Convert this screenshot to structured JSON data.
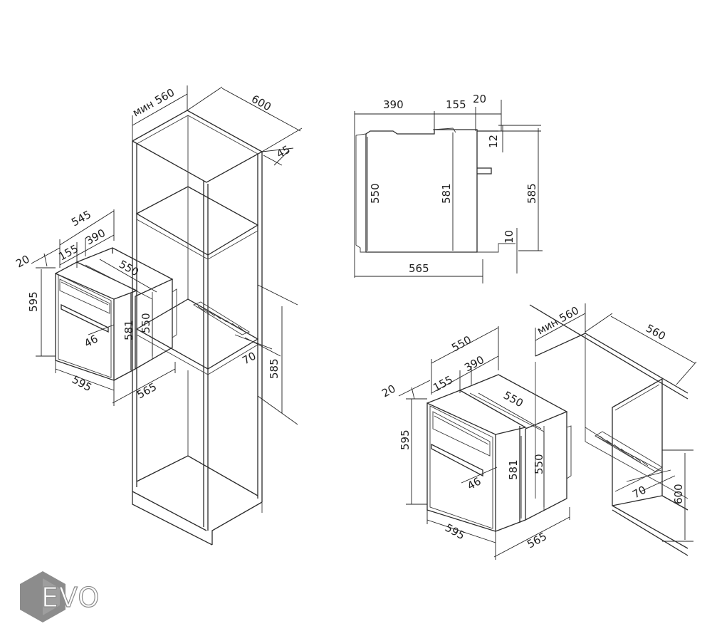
{
  "brand": {
    "logo_text": "EVO",
    "logo_color": "#8c8c8c"
  },
  "colors": {
    "line": "#2b2b2b",
    "background": "#ffffff"
  },
  "views": {
    "tall_cabinet": {
      "dims": {
        "min_width": "мин 560",
        "depth": "600",
        "back_gap": "45",
        "niche_height": "585",
        "vent_depth": "70"
      },
      "oven": {
        "dims": {
          "total_depth": "545",
          "front_overhang": "20",
          "panel_depth": "155",
          "body_upper": "390",
          "body_width_top": "550",
          "height": "595",
          "body_height": "550",
          "body_side_height": "581",
          "handle": "46",
          "width": "595",
          "body_depth": "565"
        }
      }
    },
    "side_view": {
      "dims": {
        "top_a": "390",
        "top_b": "155",
        "top_c": "20",
        "top_gap": "12",
        "height_front": "550",
        "height_mid": "581",
        "height_niche": "585",
        "bottom_gap": "10",
        "depth": "565"
      }
    },
    "under_counter": {
      "dims": {
        "min_width": "мин 560",
        "depth": "560",
        "niche_height": "600",
        "vent_depth": "70"
      },
      "oven": {
        "dims": {
          "total_depth": "550",
          "front_overhang": "20",
          "panel_depth": "155",
          "body_upper": "390",
          "body_width_top": "550",
          "height": "595",
          "body_height": "550",
          "body_side_height": "581",
          "handle": "46",
          "width": "595",
          "body_depth": "565"
        }
      }
    }
  }
}
